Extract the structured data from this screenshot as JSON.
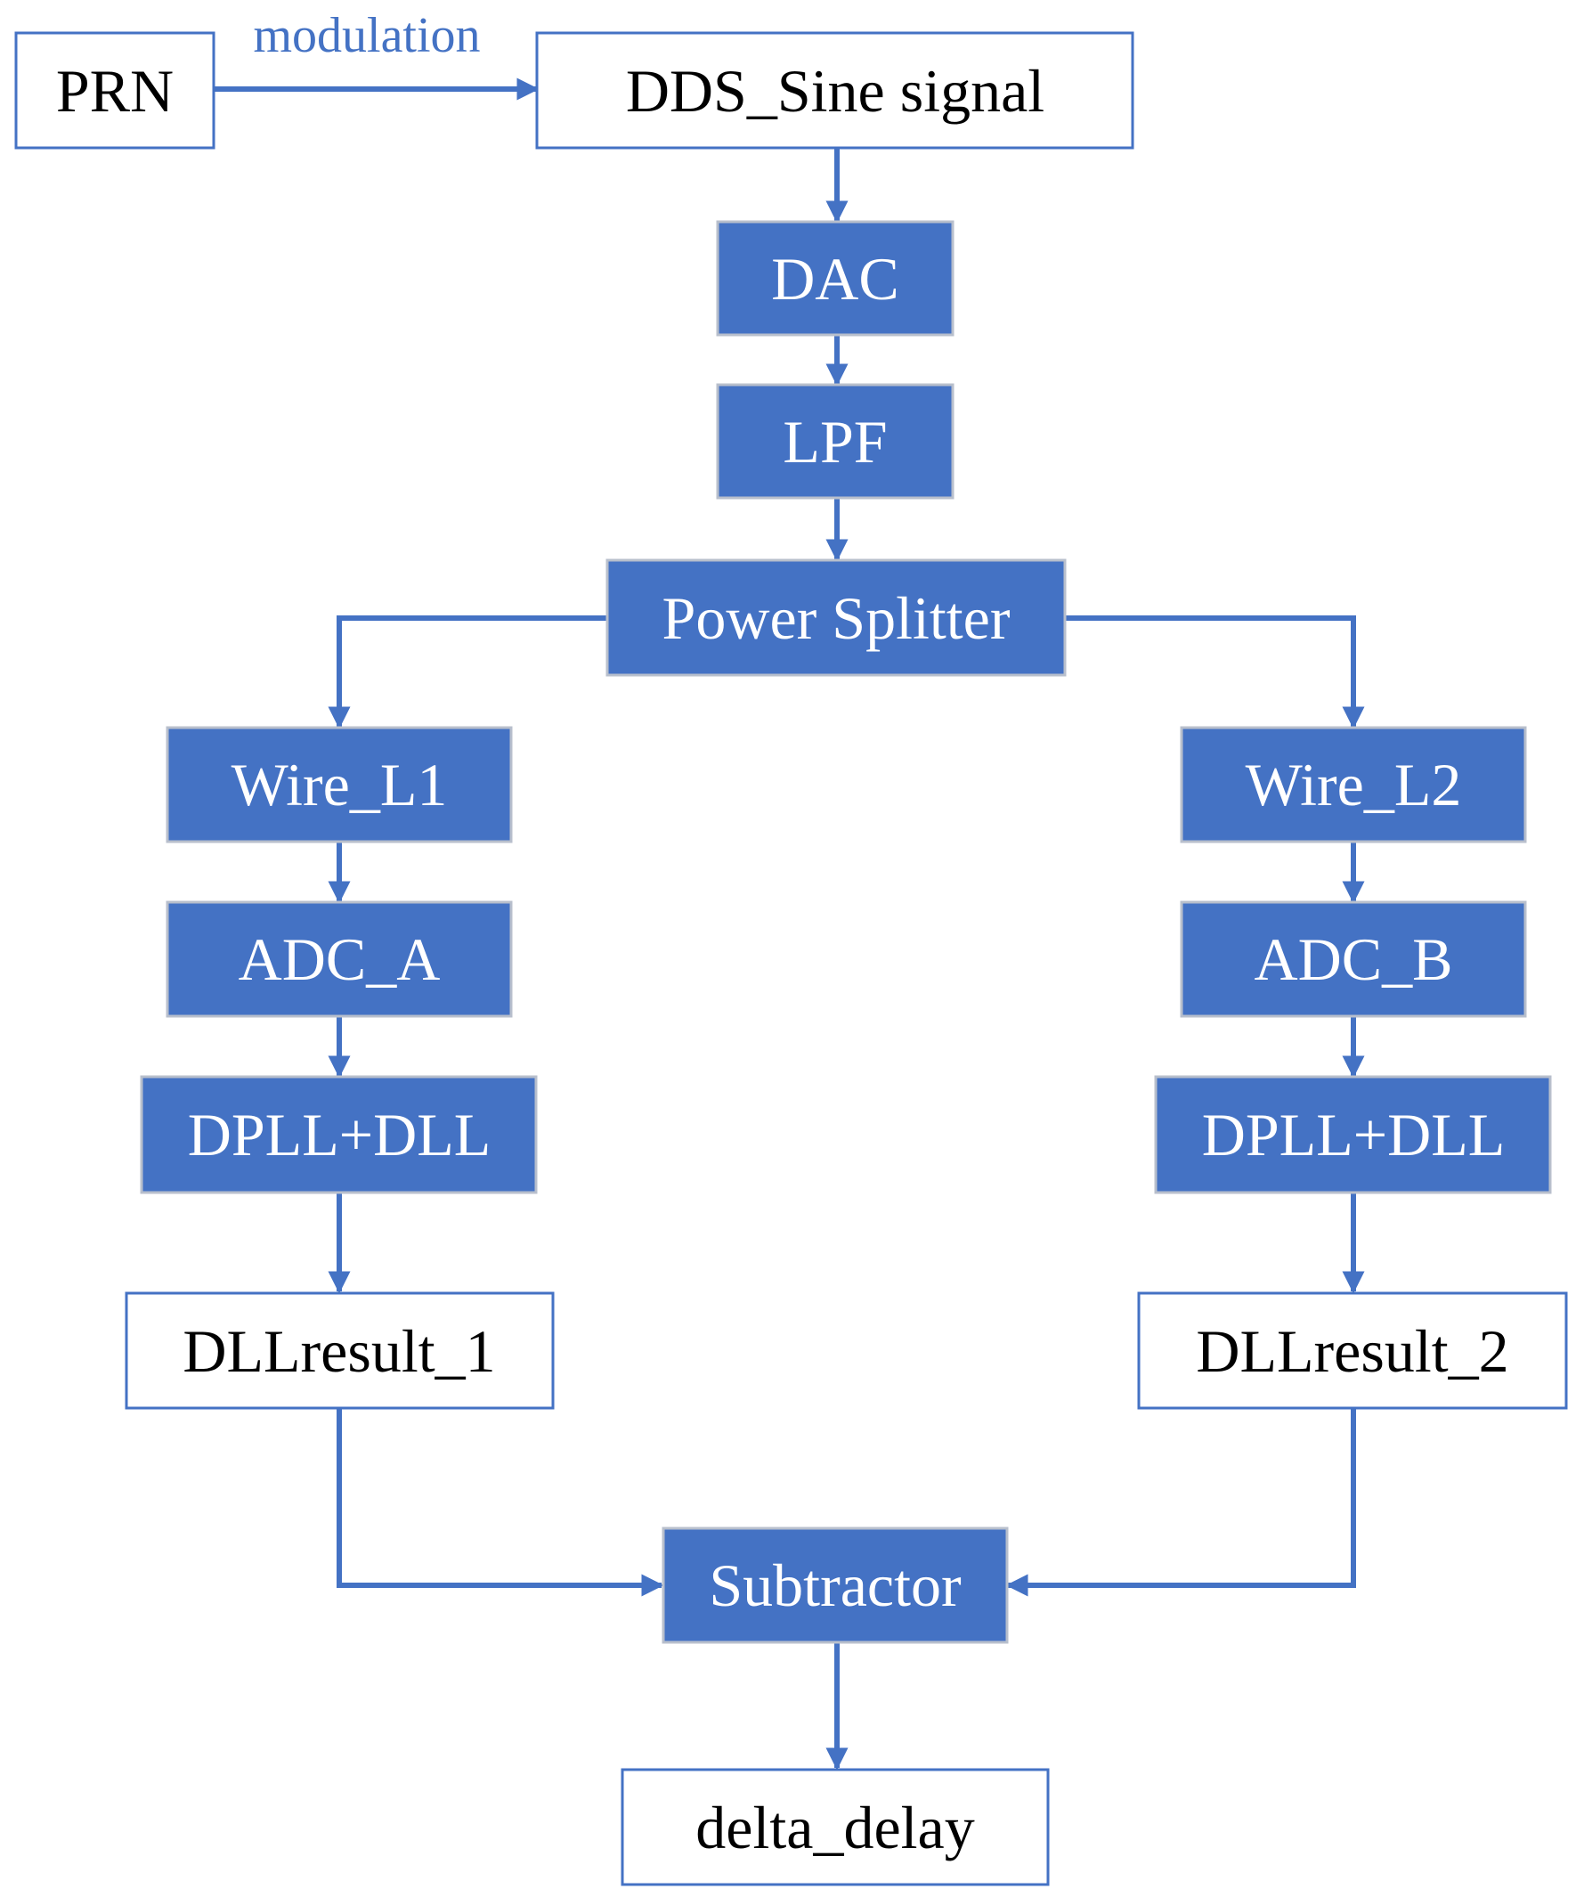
{
  "colors": {
    "accent": "#4472c4",
    "filled_text": "#ffffff",
    "outline_text": "#000000",
    "background": "#ffffff"
  },
  "nodes": {
    "prn": "PRN",
    "dds": "DDS_Sine signal",
    "dac": "DAC",
    "lpf": "LPF",
    "power_splitter": "Power Splitter",
    "wire_l1": "Wire_L1",
    "wire_l2": "Wire_L2",
    "adc_a": "ADC_A",
    "adc_b": "ADC_B",
    "dpll_dll_left": "DPLL+DLL",
    "dpll_dll_right": "DPLL+DLL",
    "dllresult_1": "DLLresult_1",
    "dllresult_2": "DLLresult_2",
    "subtractor": "Subtractor",
    "delta_delay": "delta_delay"
  },
  "edge_labels": {
    "modulation": "modulation"
  }
}
